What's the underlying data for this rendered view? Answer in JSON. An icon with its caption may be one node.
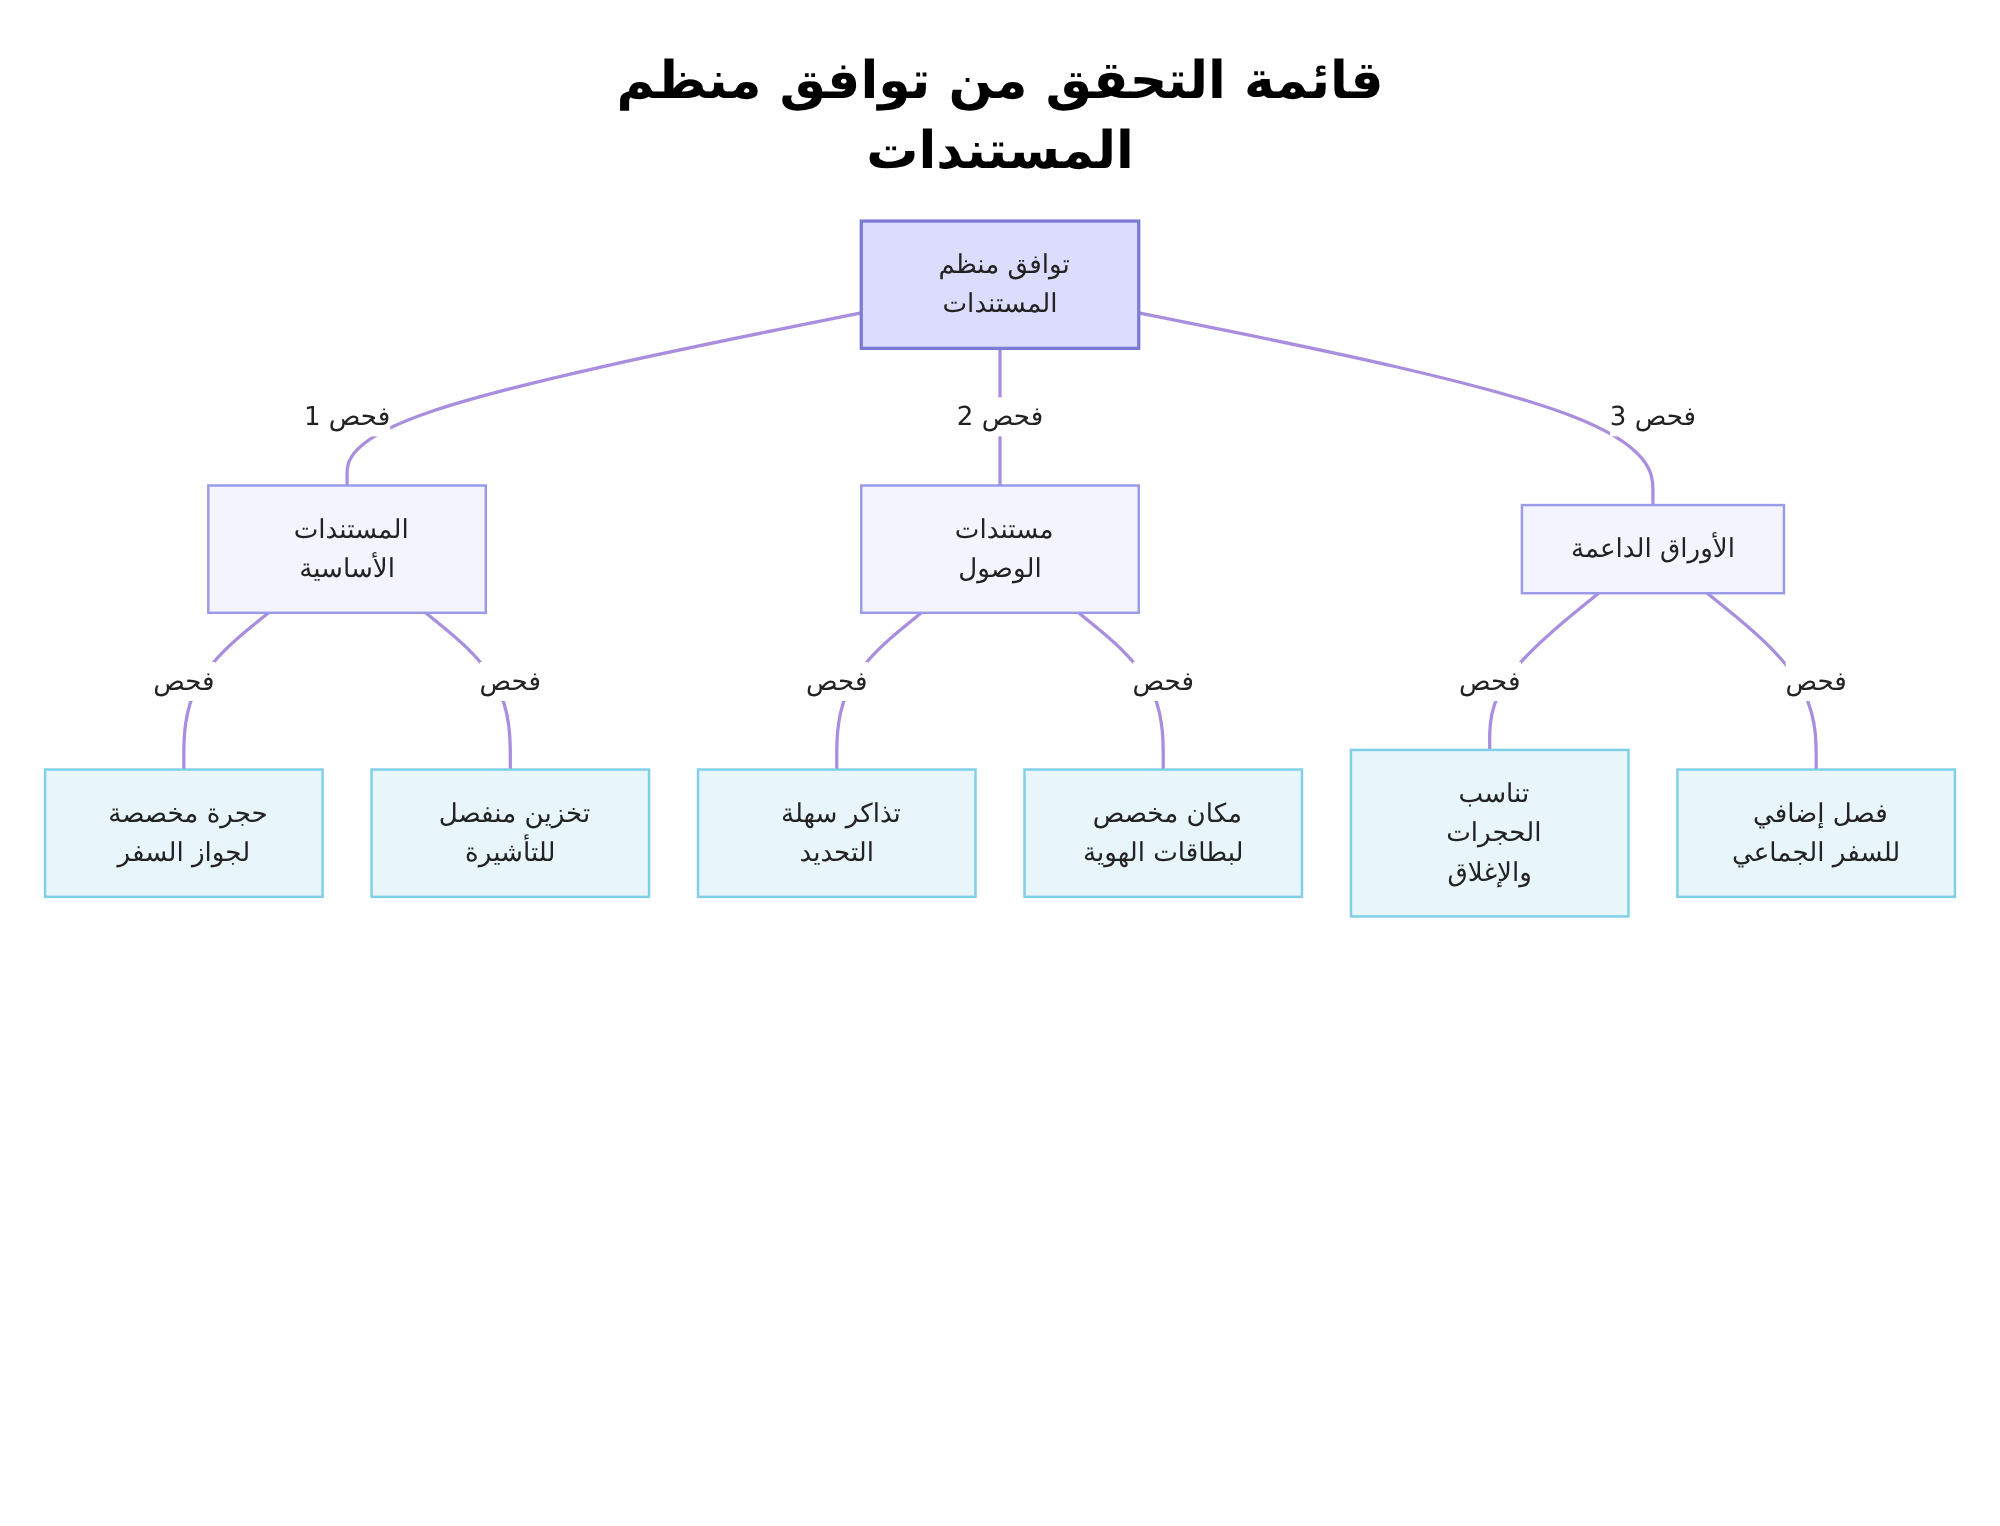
{
  "diagram": {
    "title": "قائمة التحقق من توافق منظم المستندات",
    "nodes": [
      {
        "text": [
          "توافق منظم المستندات"
        ]
      },
      {
        "text": [
          "المستندات الأساسية"
        ]
      },
      {
        "text": [
          "مستندات الوصول"
        ]
      },
      {
        "text": [
          "الأوراق الداعمة"
        ]
      },
      {
        "text": [
          "حجرة مخصصة لجواز السفر"
        ]
      },
      {
        "text": [
          "تخزين منفصل للتأشيرة"
        ]
      },
      {
        "text": [
          "تذاكر سهلة التحديد"
        ]
      },
      {
        "text": [
          "مكان مخصص لبطاقات الهوية"
        ]
      },
      {
        "text": [
          "تناسب الحجرات والإغلاق"
        ]
      },
      {
        "text": [
          "فصل إضافي للسفر الجماعي"
        ]
      }
    ],
    "edges": [
      {
        "from": 0,
        "to": 1,
        "arrow": "none",
        "label": "فحص 1"
      },
      {
        "from": 0,
        "to": 2,
        "arrow": "none",
        "label": "فحص 2"
      },
      {
        "from": 0,
        "to": 3,
        "arrow": "none",
        "label": "فحص 3"
      },
      {
        "from": 1,
        "to": 4,
        "arrow": "none",
        "label": "فحص"
      },
      {
        "from": 1,
        "to": 5,
        "arrow": "none",
        "label": "فحص"
      },
      {
        "from": 2,
        "to": 6,
        "arrow": "none",
        "label": "فحص"
      },
      {
        "from": 2,
        "to": 7,
        "arrow": "none",
        "label": "فحص"
      },
      {
        "from": 3,
        "to": 8,
        "arrow": "none",
        "label": "فحص"
      },
      {
        "from": 3,
        "to": 9,
        "arrow": "none",
        "label": "فحص"
      }
    ]
  }
}
